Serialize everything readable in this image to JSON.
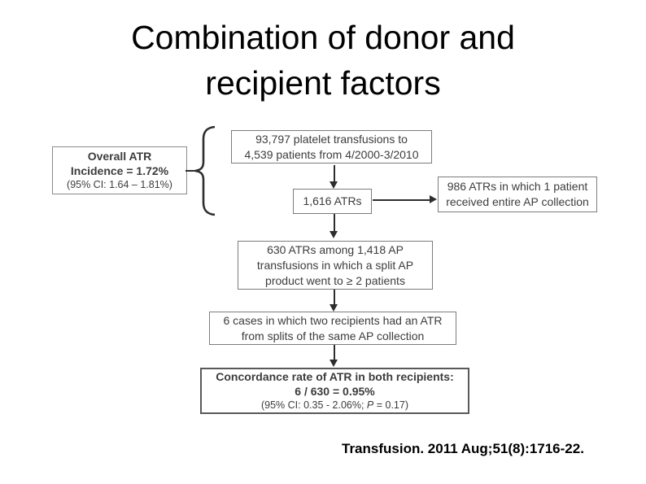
{
  "slide": {
    "title": {
      "line1": "Combination of donor and",
      "line2": "recipient factors"
    }
  },
  "flowchart": {
    "overall_box": {
      "line1": "Overall ATR",
      "line2": "Incidence = 1.72%",
      "line3": "(95% CI: 1.64 – 1.81%)"
    },
    "transfusions_box": {
      "line1": "93,797 platelet transfusions to",
      "line2": "4,539 patients from 4/2000-3/2010"
    },
    "atrs_box": {
      "label": "1,616 ATRs"
    },
    "entire_collection_box": {
      "line1": "986 ATRs in which 1 patient",
      "line2": "received entire AP collection"
    },
    "split_box": {
      "line1": "630 ATRs among 1,418 AP",
      "line2": "transfusions in which a split AP",
      "line3": "product went to ≥ 2 patients"
    },
    "cases_box": {
      "line1": "6 cases in which two recipients had an ATR",
      "line2": "from splits of the same AP collection"
    },
    "concordance_box": {
      "line1": "Concordance rate of ATR in both recipients:",
      "line2": "6 / 630 = 0.95%",
      "line3_prefix": "(95% CI: 0.35 - 2.06%; ",
      "line3_p": "P",
      "line3_suffix": " = 0.17)"
    }
  },
  "citation": {
    "text": "Transfusion. 2011 Aug;51(8):1716-22."
  },
  "colors": {
    "box_border": "#7c7c7c",
    "concordance_border": "#595959",
    "flow_text": "#3c3c3c",
    "arrow": "#2d2d2d",
    "title_text": "#000000",
    "background": "#ffffff"
  }
}
